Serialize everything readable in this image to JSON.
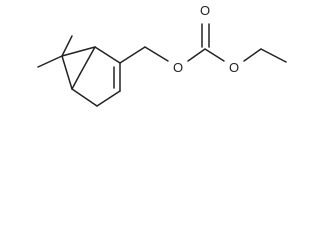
{
  "atoms": {
    "ring_ester_oxygen": "O",
    "carbonyl_oxygen": "O",
    "ethoxy_oxygen": "O"
  }
}
